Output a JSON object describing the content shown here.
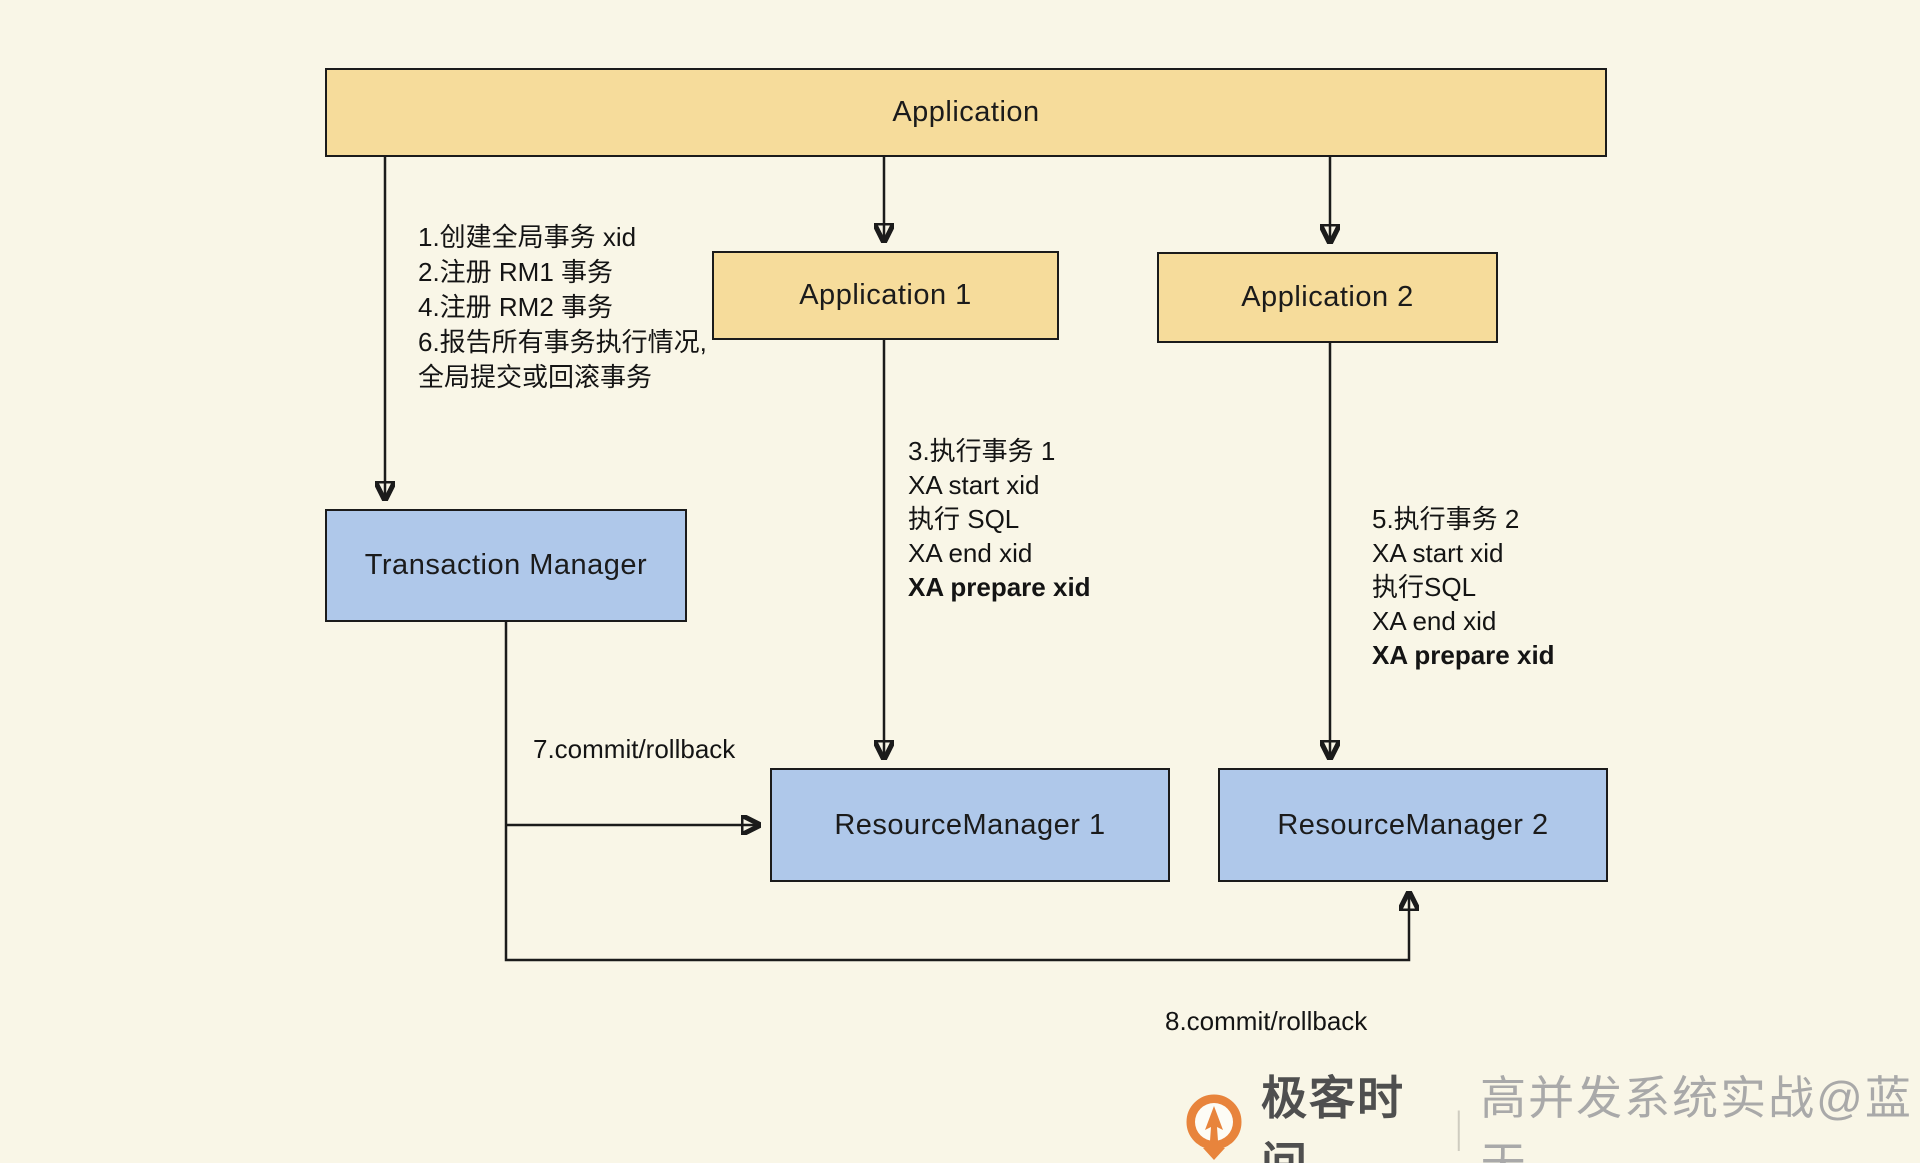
{
  "diagram": {
    "nodes": {
      "application": {
        "label": "Application"
      },
      "application1": {
        "label": "Application 1"
      },
      "application2": {
        "label": "Application 2"
      },
      "transaction_manager": {
        "label": "Transaction Manager"
      },
      "resource_manager1": {
        "label": "ResourceManager 1"
      },
      "resource_manager2": {
        "label": "ResourceManager 2"
      }
    },
    "annotations": {
      "tm_steps": {
        "lines": [
          "1.创建全局事务 xid",
          "2.注册 RM1 事务",
          "4.注册 RM2 事务",
          "6.报告所有事务执行情况,",
          "全局提交或回滚事务"
        ]
      },
      "rm1_steps": {
        "lines": [
          "3.执行事务 1",
          "XA start xid",
          "执行 SQL",
          "XA end xid"
        ],
        "bold_line": "XA prepare xid"
      },
      "rm2_steps": {
        "lines": [
          "5.执行事务 2",
          "XA start xid",
          "执行SQL",
          "XA end xid"
        ],
        "bold_line": "XA prepare xid"
      },
      "commit_rm1": "7.commit/rollback",
      "commit_rm2": "8.commit/rollback"
    }
  },
  "watermark": {
    "brand": "极客时间",
    "separator": "|",
    "course": "高并发系统实战@蓝天"
  },
  "colors": {
    "canvas_background": "#F9F6E7",
    "node_yellow": "#F6DC9B",
    "node_blue": "#AFC8EA",
    "line_and_border": "#1B1B1B",
    "logo_orange": "#E8843C",
    "watermark_brand_text": "#4F4F4F",
    "watermark_course_text": "#A9A9A9"
  }
}
